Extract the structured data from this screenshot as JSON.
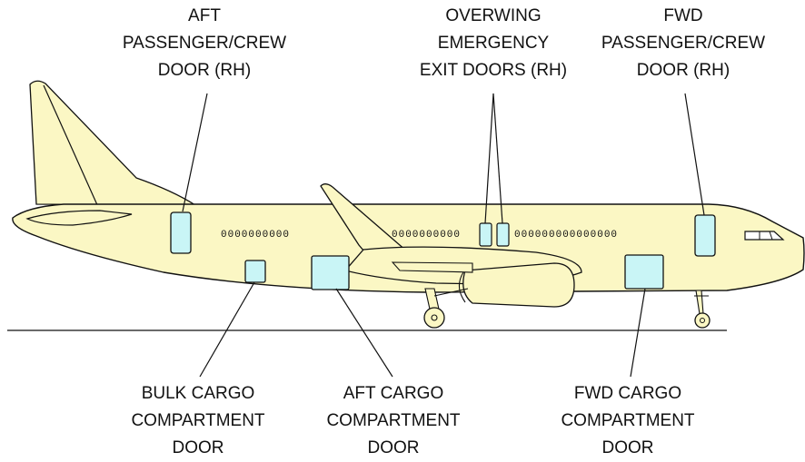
{
  "labels": {
    "aft_passenger_door": [
      "AFT",
      "PASSENGER/CREW",
      "DOOR (RH)"
    ],
    "overwing_exits": [
      "OVERWING",
      "EMERGENCY",
      "EXIT DOORS (RH)"
    ],
    "fwd_passenger_door": [
      "FWD",
      "PASSENGER/CREW",
      "DOOR (RH)"
    ],
    "bulk_cargo_door": [
      "BULK CARGO",
      "COMPARTMENT",
      "DOOR"
    ],
    "aft_cargo_door": [
      "AFT CARGO",
      "COMPARTMENT",
      "DOOR"
    ],
    "fwd_cargo_door": [
      "FWD CARGO",
      "COMPARTMENT",
      "DOOR"
    ]
  },
  "windows": {
    "aft_row": "0000000000",
    "mid_row": "0000000000",
    "fwd_row": "000000000000000"
  },
  "colors": {
    "fuselage": "#fbf7c4",
    "door_highlight": "#c9f5f6",
    "outline": "#111111"
  }
}
